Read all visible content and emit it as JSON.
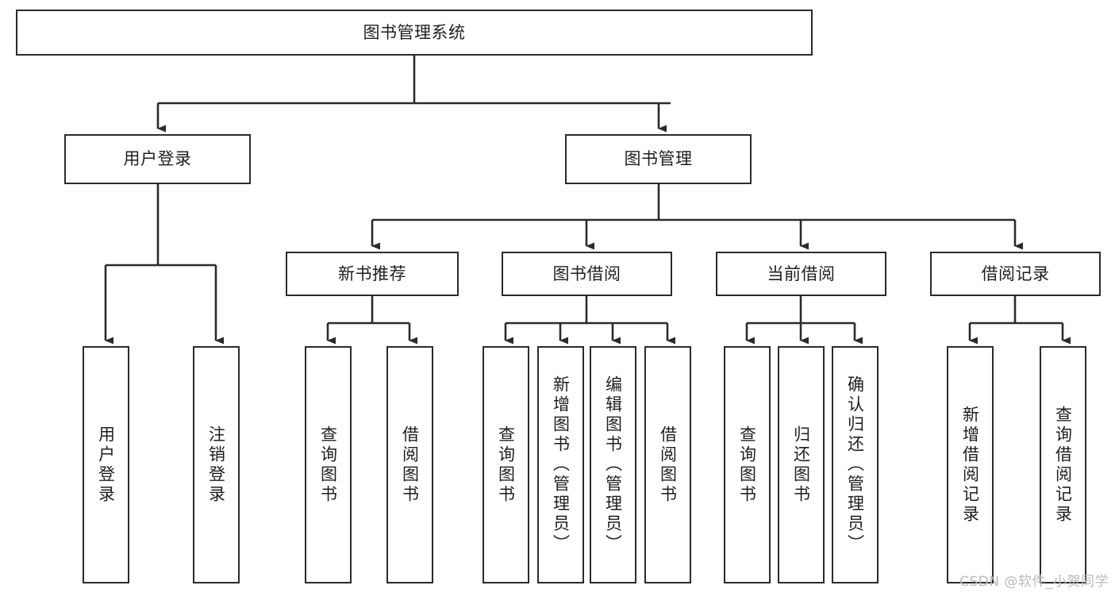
{
  "diagram": {
    "kind": "tree-hierarchy-chart",
    "title": "图书管理系统",
    "colors": {
      "box_border": "#2b2b2b",
      "box_fill": "#ffffff",
      "connector": "#2b2b2b",
      "text": "#1f1f1f",
      "background": "#ffffff",
      "watermark": "#b9b9b9"
    }
  },
  "root": {
    "label": "图书管理系统"
  },
  "level1": [
    {
      "label": "用户登录"
    },
    {
      "label": "图书管理"
    }
  ],
  "level2": [
    {
      "label": "新书推荐"
    },
    {
      "label": "图书借阅"
    },
    {
      "label": "当前借阅"
    },
    {
      "label": "借阅记录"
    }
  ],
  "leaves": {
    "user_login": [
      {
        "label": "用户登录"
      },
      {
        "label": "注销登录"
      }
    ],
    "new_book_recommend": [
      {
        "label": "查询图书"
      },
      {
        "label": "借阅图书"
      }
    ],
    "book_borrow": [
      {
        "label": "查询图书"
      },
      {
        "label": "新增图书（管理员）"
      },
      {
        "label": "编辑图书（管理员）"
      },
      {
        "label": "借阅图书"
      }
    ],
    "current_borrow": [
      {
        "label": "查询图书"
      },
      {
        "label": "归还图书"
      },
      {
        "label": "确认归还（管理员）"
      }
    ],
    "borrow_record": [
      {
        "label": "新增借阅记录"
      },
      {
        "label": "查询借阅记录"
      }
    ]
  },
  "watermark": {
    "text": "CSDN @软件_小贺同学"
  }
}
